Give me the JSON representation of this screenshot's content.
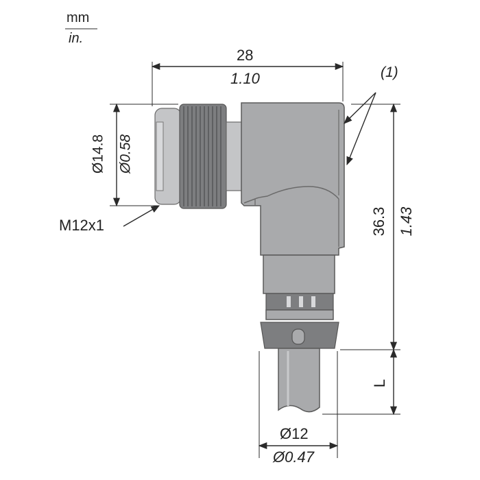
{
  "units": {
    "primary": "mm",
    "secondary": "in."
  },
  "dimensions": {
    "width_mm": "28",
    "width_in": "1.10",
    "dia_nut_mm": "Ø14.8",
    "dia_nut_in": "Ø0.58",
    "height_mm": "36.3",
    "height_in": "1.43",
    "cable_length": "L",
    "dia_cable_mm": "Ø12",
    "dia_cable_in": "Ø0.47"
  },
  "callouts": {
    "thread": "M12x1",
    "marker": "(1)"
  },
  "colors": {
    "body": "#a9aaac",
    "dark": "#7d7e80",
    "line": "#2a2a2a"
  }
}
